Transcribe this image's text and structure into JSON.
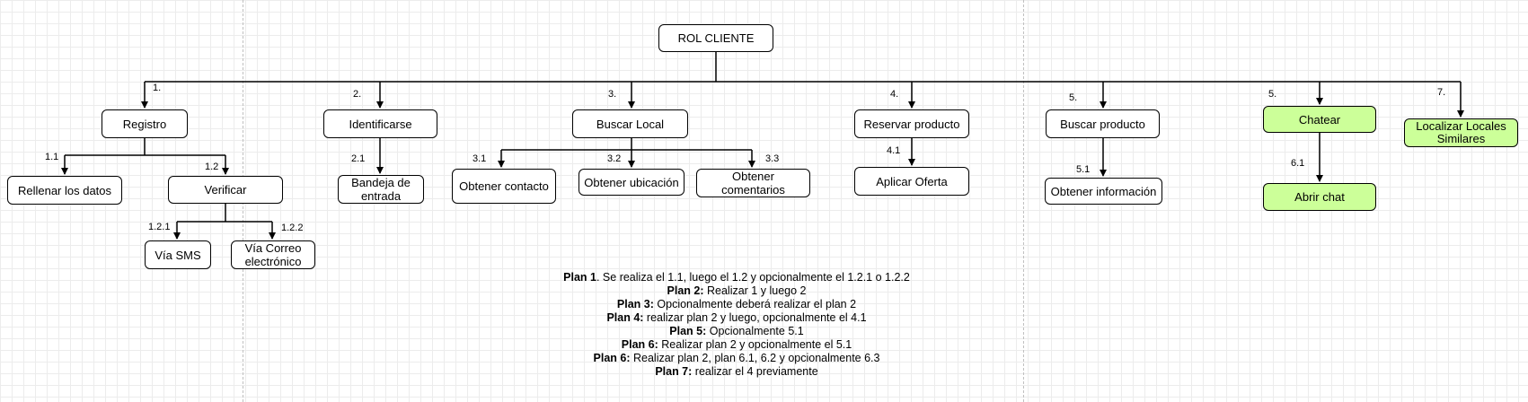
{
  "diagram": {
    "root": "ROL CLIENTE",
    "tasks": {
      "registro": "Registro",
      "rellenar": "Rellenar los datos",
      "verificar": "Verificar",
      "via_sms": "Vía SMS",
      "via_correo": "Vía Correo electrónico",
      "identificarse": "Identificarse",
      "bandeja": "Bandeja de entrada",
      "buscar_local": "Buscar Local",
      "obtener_contacto": "Obtener contacto",
      "obtener_ubicacion": "Obtener ubicación",
      "obtener_comentarios": "Obtener comentarios",
      "reservar": "Reservar producto",
      "aplicar_oferta": "Aplicar Oferta",
      "buscar_producto": "Buscar producto",
      "obtener_info": "Obtener información",
      "chatear": "Chatear",
      "abrir_chat": "Abrir chat",
      "localizar": "Localizar Locales Similares"
    },
    "numbers": {
      "n1": "1.",
      "n1_1": "1.1",
      "n1_2": "1.2",
      "n1_2_1": "1.2.1",
      "n1_2_2": "1.2.2",
      "n2": "2.",
      "n2_1": "2.1",
      "n3": "3.",
      "n3_1": "3.1",
      "n3_2": "3.2",
      "n3_3": "3.3",
      "n4": "4.",
      "n4_1": "4.1",
      "n5a": "5.",
      "n5_1": "5.1",
      "n5b": "5.",
      "n6_1": "6.1",
      "n7": "7."
    },
    "colors": {
      "highlight": "#ccff99",
      "stroke": "#000000"
    }
  },
  "plans": [
    {
      "name": "Plan 1",
      "text": ". Se realiza el 1.1, luego el 1.2 y opcionalmente el 1.2.1 o 1.2.2"
    },
    {
      "name": "Plan 2:",
      "text": " Realizar 1 y luego 2"
    },
    {
      "name": "Plan 3:",
      "text": " Opcionalmente deberá realizar el plan 2"
    },
    {
      "name": "Plan 4:",
      "text": " realizar plan 2 y luego, opcionalmente el 4.1"
    },
    {
      "name": "Plan 5:",
      "text": " Opcionalmente 5.1"
    },
    {
      "name": "Plan 6:",
      "text": " Realizar plan 2 y opcionalmente el 5.1"
    },
    {
      "name": "Plan 6:",
      "text": " Realizar plan 2, plan 6.1, 6.2 y opcionalmente 6.3"
    },
    {
      "name": "Plan 7:",
      "text": " realizar el 4 previamente"
    }
  ]
}
